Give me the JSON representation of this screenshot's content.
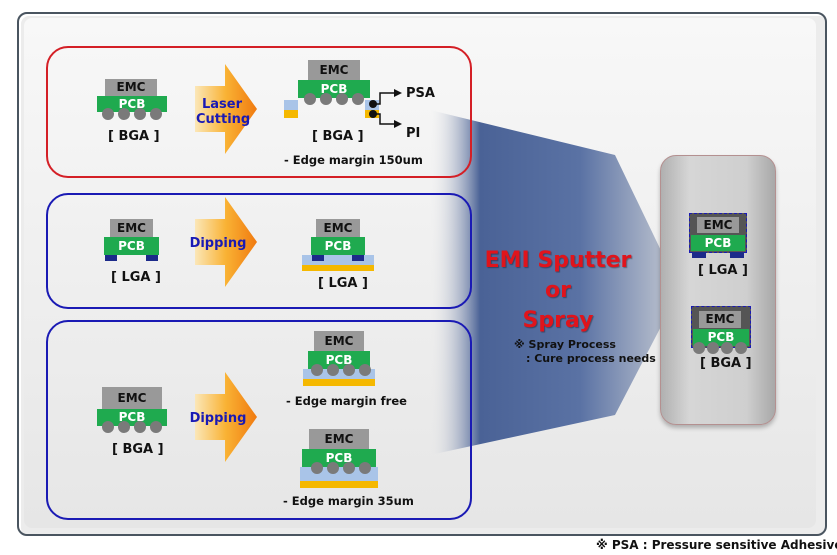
{
  "title": "EMI shielding process flow: Laser cutting / Dipping then EMI Sputter or Spray",
  "labels": {
    "emc": "EMC",
    "pcb": "PCB",
    "bga": "[ BGA ]",
    "lga": "[ LGA ]"
  },
  "rows": [
    {
      "border_color": "#d41f26",
      "process": "Laser Cutting",
      "process_line1": "Laser",
      "process_line2": "Cutting",
      "input_package": "[ BGA ]",
      "output_package": "[ BGA ]",
      "callouts": [
        "PSA",
        "PI"
      ],
      "notes": [
        "- Edge margin 150um"
      ]
    },
    {
      "border_color": "#1a1ab4",
      "process": "Dipping",
      "input_package": "[ LGA ]",
      "output_package": "[ LGA ]",
      "notes": []
    },
    {
      "border_color": "#1a1ab4",
      "process": "Dipping",
      "input_package": "[ BGA ]",
      "notes": [
        "- Edge margin free",
        "- Edge margin 35um"
      ]
    }
  ],
  "center": {
    "line1": "EMI Sputter",
    "line2": "or",
    "line3": "Spray",
    "note_line1": "※ Spray Process",
    "note_line2": ": Cure process needs",
    "text_color": "#e0141c",
    "beam_color": "#4a6296"
  },
  "result": {
    "packages": [
      "[ LGA ]",
      "[ BGA ]"
    ]
  },
  "footnote": "※ PSA : Pressure sensitive Adhesive",
  "colors": {
    "emc": "#999999",
    "pcb": "#1faa4f",
    "psa": "#a9c4e8",
    "pi": "#f5b800",
    "lga_pad": "#1c2a8a",
    "arrow": "#f59a1c"
  }
}
